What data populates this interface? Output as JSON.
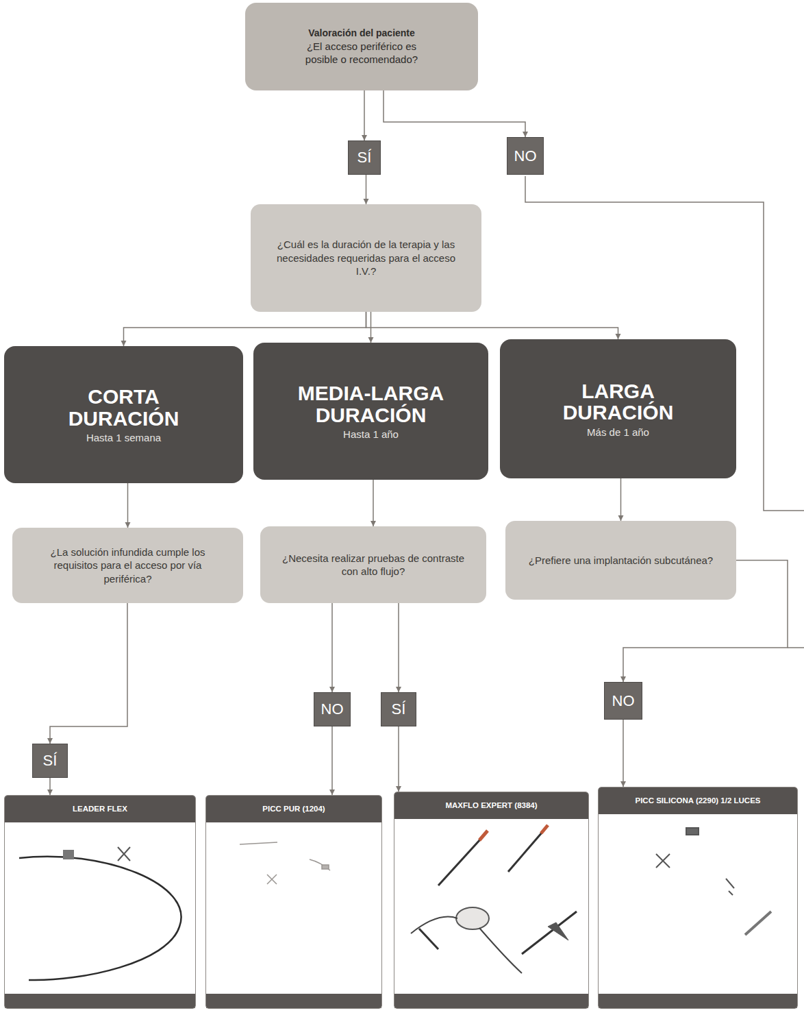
{
  "diagram": {
    "nodes": [
      {
        "text": [
          "Valoración del paciente",
          "¿El acceso periférico es posible o recomendado?"
        ]
      },
      {
        "text": [
          "SÍ"
        ]
      },
      {
        "text": [
          "NO"
        ]
      },
      {
        "text": [
          "¿Cuál es la duración de la terapia y las necesidades requeridas para el acceso I.V.?"
        ]
      },
      {
        "text": [
          "CORTA DURACIÓN",
          "Hasta 1 semana"
        ]
      },
      {
        "text": [
          "MEDIA-LARGA DURACIÓN",
          "Hasta 1 año"
        ]
      },
      {
        "text": [
          "LARGA DURACIÓN",
          "Más de 1 año"
        ]
      },
      {
        "text": [
          "¿La solución infundida cumple los requisitos para el acceso por vía periférica?"
        ]
      },
      {
        "text": [
          "¿Necesita realizar pruebas de contraste con alto flujo?"
        ]
      },
      {
        "text": [
          "¿Prefiere una implantación subcutánea?"
        ]
      },
      {
        "text": [
          "SÍ"
        ]
      },
      {
        "text": [
          "NO"
        ]
      },
      {
        "text": [
          "SÍ"
        ]
      },
      {
        "text": [
          "NO"
        ]
      },
      {
        "text": [
          "LEADER FLEX"
        ]
      },
      {
        "text": [
          "PICC PUR (1204)"
        ]
      },
      {
        "text": [
          "MAXFLO EXPERT (8384)"
        ]
      },
      {
        "text": [
          "PICC SILICONA (2290) 1/2 LUCES"
        ]
      }
    ],
    "edges": [
      {
        "from": 0,
        "to": 1,
        "arrow": "to"
      },
      {
        "from": 0,
        "to": 2,
        "arrow": "to"
      },
      {
        "from": 1,
        "to": 3,
        "arrow": "to"
      },
      {
        "from": 3,
        "to": 4,
        "arrow": "to"
      },
      {
        "from": 3,
        "to": 5,
        "arrow": "to"
      },
      {
        "from": 3,
        "to": 6,
        "arrow": "to"
      },
      {
        "from": 4,
        "to": 7,
        "arrow": "to"
      },
      {
        "from": 5,
        "to": 8,
        "arrow": "to"
      },
      {
        "from": 6,
        "to": 9,
        "arrow": "to"
      },
      {
        "from": 7,
        "to": 10,
        "arrow": "to"
      },
      {
        "from": 8,
        "to": 11,
        "arrow": "to"
      },
      {
        "from": 8,
        "to": 12,
        "arrow": "to"
      },
      {
        "from": 9,
        "to": 13,
        "arrow": "to"
      },
      {
        "from": 10,
        "to": 14,
        "arrow": "to"
      },
      {
        "from": 11,
        "to": 15,
        "arrow": "to"
      },
      {
        "from": 12,
        "to": 16,
        "arrow": "to"
      },
      {
        "from": 13,
        "to": 17,
        "arrow": "to"
      }
    ]
  }
}
